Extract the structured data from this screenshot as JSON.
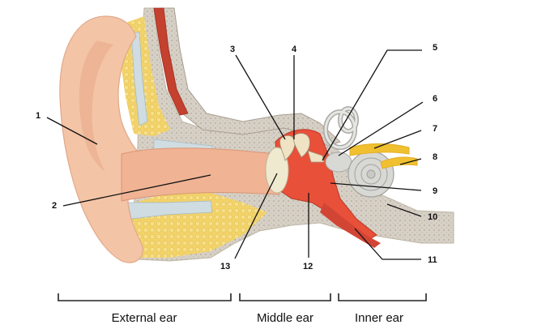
{
  "labels": [
    "1",
    "2",
    "3",
    "4",
    "5",
    "6",
    "7",
    "8",
    "9",
    "10",
    "11",
    "12",
    "13"
  ],
  "regions": {
    "external": "External ear",
    "middle": "Middle ear",
    "inner": "Inner ear"
  },
  "colors": {
    "skin": "#f4c4a6",
    "skin_dark": "#e8a888",
    "cartilage": "#cfdde2",
    "fat": "#f2d36a",
    "bone": "#d6d0c6",
    "bone_dots": "#b9b1a3",
    "tympanic_cavity": "#e8503a",
    "muscle": "#c4402f",
    "nerve": "#f0c030",
    "eardrum": "#efe9cf"
  }
}
